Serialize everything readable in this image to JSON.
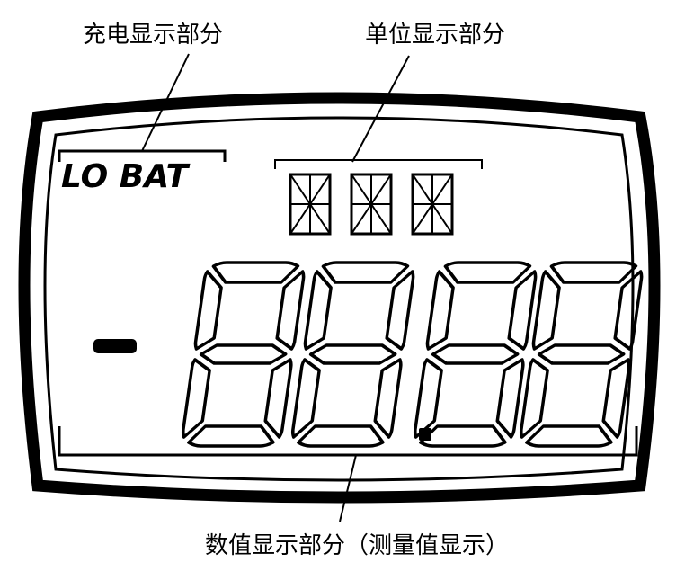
{
  "labels": {
    "charge_display": "充电显示部分",
    "unit_display": "单位显示部分",
    "value_display": "数值显示部分（测量值显示）"
  },
  "lcd": {
    "low_battery_text": "LO BAT",
    "minus_sign": "-",
    "digit_pattern": "88.88",
    "unit_chars": 3
  }
}
